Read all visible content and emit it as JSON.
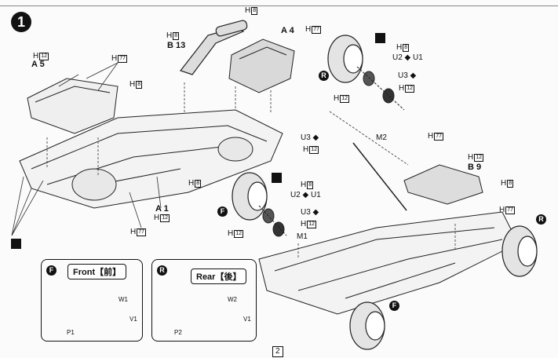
{
  "header": {
    "cells": [
      "",
      "",
      "",
      ""
    ]
  },
  "step": {
    "number": "1"
  },
  "labels": {
    "h": "H",
    "num8": "8",
    "num12": "12",
    "num77": "77",
    "h12_a5": "H",
    "a5": "A 5",
    "b13": "B 13",
    "a4": "A 4",
    "a1": "A 1",
    "b9": "B 9",
    "m1": "M1",
    "m2": "M2",
    "u2u1": "U2 ◆ U1",
    "u3": "U3 ◆"
  },
  "markers": {
    "f": "F",
    "r": "R"
  },
  "boxes": {
    "front": {
      "title": "Front【前】",
      "w": "W1",
      "v": "V1",
      "p": "P1"
    },
    "rear": {
      "title": "Rear【後】",
      "w": "W2",
      "v": "V1",
      "p": "P2"
    }
  },
  "page": {
    "number": "2"
  }
}
